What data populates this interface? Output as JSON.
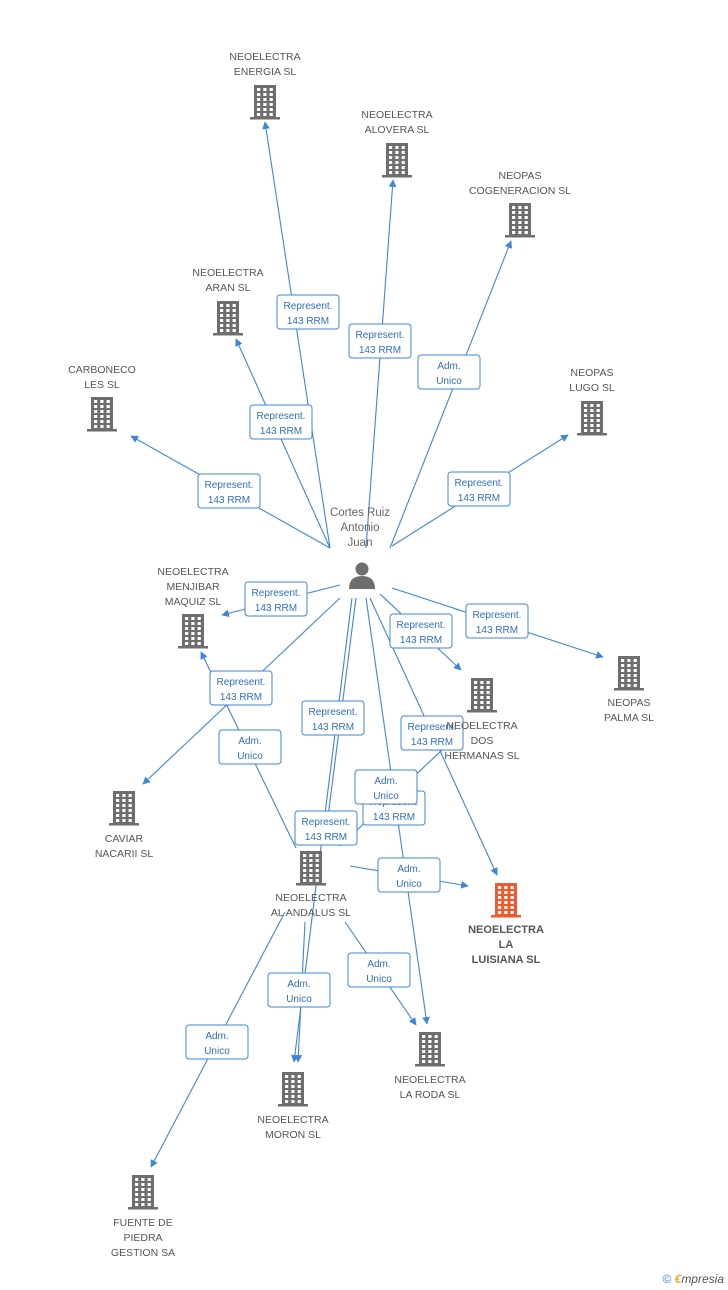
{
  "colors": {
    "edge": "#3f86d8",
    "building": "#6e6e6e",
    "focus": "#ef5a2f",
    "person": "#6e6e6e"
  },
  "person": {
    "lines": [
      "Cortes Ruiz",
      "Antonio",
      "Juan"
    ]
  },
  "nodes": [
    {
      "id": "energia",
      "lines": [
        "NEOELECTRA",
        "ENERGIA  SL"
      ],
      "focus": false
    },
    {
      "id": "alovera",
      "lines": [
        "NEOELECTRA",
        "ALOVERA SL"
      ],
      "focus": false
    },
    {
      "id": "cogeneracion",
      "lines": [
        "NEOPAS",
        "COGENERACION SL"
      ],
      "focus": false
    },
    {
      "id": "aran",
      "lines": [
        "NEOELECTRA",
        "ARAN SL"
      ],
      "focus": false
    },
    {
      "id": "carboneco",
      "lines": [
        "CARBONECO",
        "LES SL"
      ],
      "focus": false
    },
    {
      "id": "lugo",
      "lines": [
        "NEOPAS",
        "LUGO SL"
      ],
      "focus": false
    },
    {
      "id": "menjibar",
      "lines": [
        "NEOELECTRA",
        "MENJIBAR",
        "MAQUIZ SL"
      ],
      "focus": false
    },
    {
      "id": "palma",
      "lines": [
        "NEOPAS",
        "PALMA SL"
      ],
      "focus": false
    },
    {
      "id": "dos",
      "lines": [
        "NEOELECTRA",
        "DOS",
        "HERMANAS SL"
      ],
      "focus": false
    },
    {
      "id": "caviar",
      "lines": [
        "CAVIAR",
        "NACARII SL"
      ],
      "focus": false
    },
    {
      "id": "alandalus",
      "lines": [
        "NEOELECTRA",
        "AL ANDALUS SL"
      ],
      "focus": false
    },
    {
      "id": "luisiana",
      "lines": [
        "NEOELECTRA",
        "LA",
        "LUISIANA SL"
      ],
      "focus": true
    },
    {
      "id": "roda",
      "lines": [
        "NEOELECTRA",
        "LA RODA SL"
      ],
      "focus": false
    },
    {
      "id": "moron",
      "lines": [
        "NEOELECTRA",
        "MORON SL"
      ],
      "focus": false
    },
    {
      "id": "fuente",
      "lines": [
        "FUENTE DE",
        "PIEDRA",
        "GESTION SA"
      ],
      "focus": false
    }
  ],
  "edges": [
    {
      "from": "person",
      "to": "energia",
      "lines": [
        "Represent.",
        "143 RRM"
      ]
    },
    {
      "from": "person",
      "to": "alovera",
      "lines": [
        "Represent.",
        "143 RRM"
      ]
    },
    {
      "from": "person",
      "to": "cogeneracion",
      "lines": [
        "Adm.",
        "Unico"
      ]
    },
    {
      "from": "person",
      "to": "aran",
      "lines": [
        "Represent.",
        "143 RRM"
      ]
    },
    {
      "from": "person",
      "to": "carboneco",
      "lines": [
        "Represent.",
        "143 RRM"
      ]
    },
    {
      "from": "person",
      "to": "lugo",
      "lines": [
        "Represent.",
        "143 RRM"
      ]
    },
    {
      "from": "person",
      "to": "menjibar",
      "lines": [
        "Represent.",
        "143 RRM"
      ]
    },
    {
      "from": "person",
      "to": "palma",
      "lines": [
        "Represent.",
        "143 RRM"
      ]
    },
    {
      "from": "person",
      "to": "dos",
      "lines": [
        "Represent.",
        "143 RRM"
      ]
    },
    {
      "from": "person",
      "to": "caviar",
      "lines": [
        "Represent.",
        "143 RRM"
      ]
    },
    {
      "from": "person",
      "to": "moron",
      "lines": [
        "Represent.",
        "143 RRM"
      ]
    },
    {
      "from": "person",
      "to": "alandalus",
      "lines": [
        "Represent.",
        "143 RRM"
      ]
    },
    {
      "from": "person",
      "to": "roda",
      "lines": [
        "Represent.",
        "143 RRM"
      ]
    },
    {
      "from": "person",
      "to": "luisiana",
      "lines": [
        "Represent.",
        "143 RRM"
      ]
    },
    {
      "from": "alandalus",
      "to": "menjibar",
      "lines": [
        "Adm.",
        "Unico"
      ]
    },
    {
      "from": "alandalus",
      "to": "dos",
      "lines": [
        "Adm.",
        "Unico"
      ]
    },
    {
      "from": "alandalus",
      "to": "luisiana",
      "lines": [
        "Adm.",
        "Unico"
      ]
    },
    {
      "from": "alandalus",
      "to": "roda",
      "lines": [
        "Adm.",
        "Unico"
      ]
    },
    {
      "from": "alandalus",
      "to": "moron",
      "lines": [
        "Adm.",
        "Unico"
      ]
    },
    {
      "from": "alandalus",
      "to": "fuente",
      "lines": [
        "Adm.",
        "Unico"
      ]
    }
  ],
  "footer": {
    "copyright": "©",
    "brand_e": "€",
    "brand_rest": "mpresia"
  }
}
